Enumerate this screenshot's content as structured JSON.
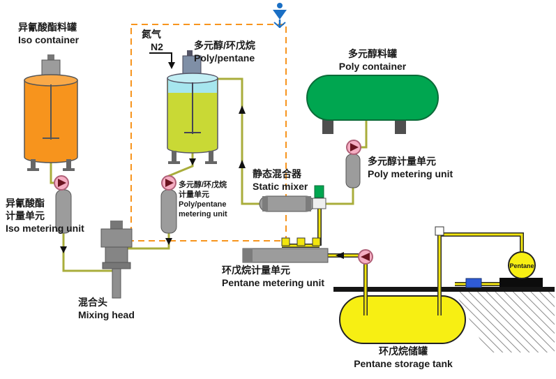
{
  "labels": {
    "iso_container": {
      "zh": "异氰酸酯料罐",
      "en": "Iso container"
    },
    "nitrogen": {
      "zh": "氮气",
      "en": "N2"
    },
    "poly_pentane_tank": {
      "zh": "多元醇/环戊烷",
      "en": "Poly/pentane"
    },
    "poly_container": {
      "zh": "多元醇料罐",
      "en": "Poly container"
    },
    "static_mixer": {
      "zh": "静态混合器",
      "en": "Static mixer"
    },
    "poly_metering": {
      "zh": "多元醇计量单元",
      "en": "Poly metering unit"
    },
    "iso_metering": {
      "zh1": "异氰酸酯",
      "zh2": "计量单元",
      "en": "Iso metering unit"
    },
    "poly_pentane_metering": {
      "zh1": "多元醇/环戊烷",
      "zh2": "计量单元",
      "en1": "Poly/pentane",
      "en2": "metering unit"
    },
    "mixing_head": {
      "zh": "混合头",
      "en": "Mixing head"
    },
    "pentane_metering": {
      "zh": "环戊烷计量单元",
      "en": "Pentane metering unit"
    },
    "pentane_cylinder": {
      "en": "Pentane"
    },
    "pentane_storage": {
      "zh": "环戊烷储罐",
      "en": "Pentane storage tank"
    }
  },
  "colors": {
    "iso_tank": "#f7941d",
    "poly_pentane_body": "#c9d935",
    "poly_pentane_top": "#a6e6ee",
    "poly_container": "#00a650",
    "pentane_yellow": "#f7ef13",
    "pipe_olive": "#a9ad3b",
    "pipe_yellow": "#f2e50e",
    "pump_pink": "#f5aec3",
    "dashed_enclosure": "#f7941d",
    "equipment_gray": "#9c9c9c",
    "vent_blue": "#1a6fc4"
  }
}
